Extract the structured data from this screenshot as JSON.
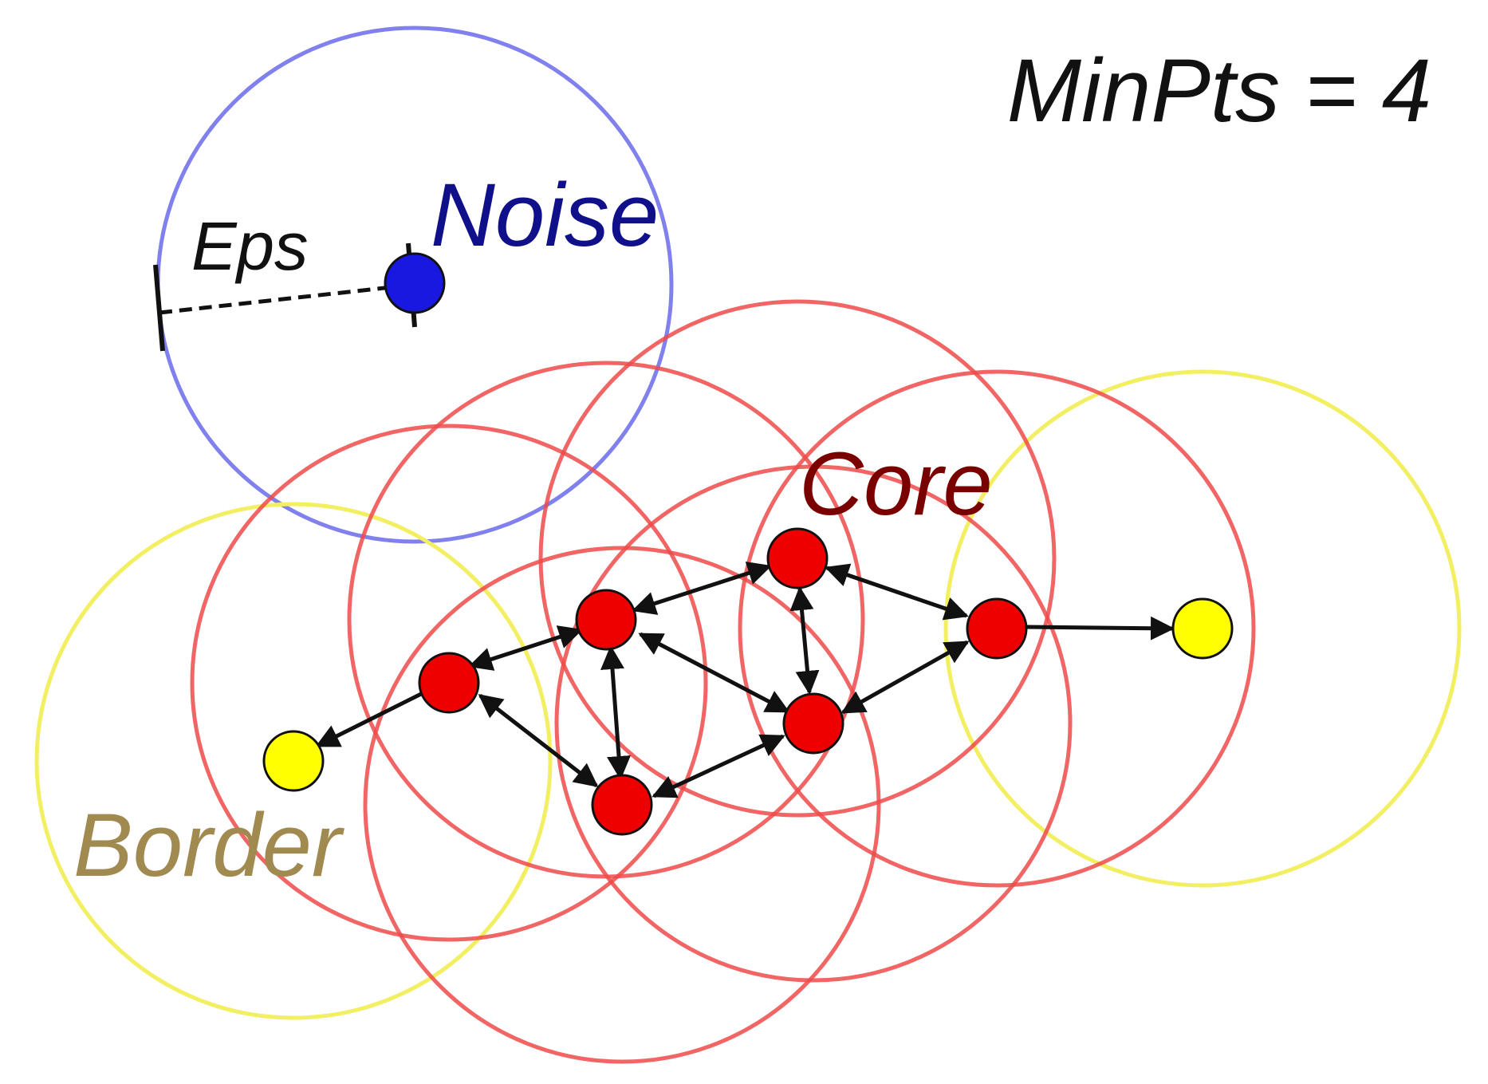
{
  "labels": {
    "minpts": "MinPts = 4",
    "noise": "Noise",
    "eps": "Eps",
    "core": "Core",
    "border": "Border"
  },
  "colors": {
    "background": "#ffffff",
    "noise_circle": "#8080ee",
    "core_circle": "#ee4a4a",
    "border_circle": "#f2ef62",
    "noise_point": "#1818e0",
    "core_point": "#ee0000",
    "border_point": "#ffff00",
    "noise_text": "#10108a",
    "core_text": "#7a0000",
    "border_text": "#a08a50",
    "text": "#111111",
    "arrow": "#111111"
  },
  "legend": {
    "noise": "noise point (blue), its Eps-neighbourhood contains no other points",
    "core": "core points (red), each has at least MinPts points within Eps",
    "border": "border points (yellow), reachable from a core point"
  }
}
